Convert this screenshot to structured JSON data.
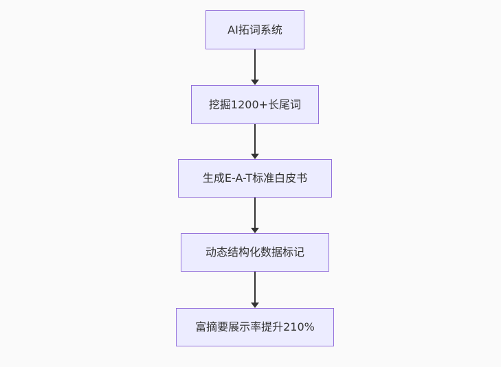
{
  "diagram": {
    "type": "flowchart-top-down",
    "nodes": [
      {
        "id": "n1",
        "label": "AI拓词系统"
      },
      {
        "id": "n2",
        "label": "挖掘1200+长尾词"
      },
      {
        "id": "n3",
        "label": "生成E-A-T标准白皮书"
      },
      {
        "id": "n4",
        "label": "动态结构化数据标记"
      },
      {
        "id": "n5",
        "label": "富摘要展示率提升210%"
      }
    ],
    "edges": [
      {
        "from": "n1",
        "to": "n2"
      },
      {
        "from": "n2",
        "to": "n3"
      },
      {
        "from": "n3",
        "to": "n4"
      },
      {
        "from": "n4",
        "to": "n5"
      }
    ]
  },
  "colors": {
    "node_fill": "#ECECFF",
    "node_border": "#9370DB",
    "arrow": "#333333",
    "text": "#333333",
    "background": "#FAFAFA"
  }
}
